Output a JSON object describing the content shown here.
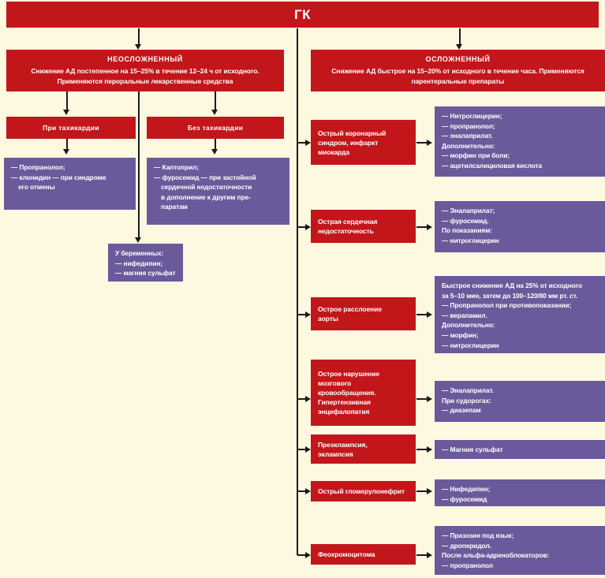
{
  "header": {
    "title": "ГК"
  },
  "colors": {
    "red": "#c2161b",
    "purple": "#6a5a9b",
    "background": "#fdf8e0",
    "text": "#ffffff",
    "connector": "#1a1a1a"
  },
  "branches": {
    "uncomplicated": {
      "title": "НЕОСЛОЖНЕННЫЙ",
      "line1": "Снижение АД постепенное на 15–25% в течение 12–24 ч от исходного.",
      "line2": "Применяются пероральные лекарственные средства"
    },
    "complicated": {
      "title": "ОСЛОЖНЕННЫЙ",
      "line1": "Снижение АД быстрое на 15–20% от исходного в течение часа. Применяются",
      "line2": "парентеральные препараты"
    }
  },
  "left_column": {
    "tachycardia_label": "При тахикардии",
    "tachycardia_drugs": [
      "— Пропранолол;",
      "— клонидин — при синдроме",
      "его отмены"
    ],
    "no_tachycardia_label": "Без тахикардии",
    "no_tachycardia_drugs": [
      "— Каптоприл;",
      "— фуросемид — при застойной",
      "сердечной недостаточности",
      "в дополнение к другим пре-",
      "паратам"
    ],
    "pregnancy": [
      "У беременных:",
      "— нифедипин;",
      "— магния сульфат"
    ]
  },
  "right_column": {
    "rows": [
      {
        "condition": [
          "Острый коронарный",
          "синдром, инфаркт",
          "миокарда"
        ],
        "treatment": [
          "— Нитроглицерин;",
          "— пропранолол;",
          "— эналаприлат.",
          "Дополнительно:",
          "— морфин при боли;",
          "— ацетилсалициловая кислота"
        ]
      },
      {
        "condition": [
          "Острая сердечная",
          "недостаточность"
        ],
        "treatment": [
          "— Эналаприлат;",
          "— фуросемид.",
          "По показаниям:",
          "— нитроглицерин"
        ]
      },
      {
        "condition": [
          "Острое расслоение",
          "аорты"
        ],
        "treatment": [
          "Быстрое снижение АД на 25% от исходного",
          "за 5–10 мин, затем до 100–120/80 мм рт. ст.",
          "— Пропранолол при противопоказании;",
          "— верапамил.",
          "Дополнительно:",
          "— морфин;",
          "— нитроглицерин"
        ]
      },
      {
        "condition": [
          "Острое нарушение",
          "мозгового",
          "кровообращения.",
          "Гипертензивная",
          "энцефалопатия"
        ],
        "treatment": [
          "— Эналаприлат.",
          "При судорогах:",
          "— диазепам"
        ]
      },
      {
        "condition": [
          "Преэклампсия,",
          "эклампсия"
        ],
        "treatment": [
          "— Магния сульфат"
        ]
      },
      {
        "condition": [
          "Острый гломерулонефрит"
        ],
        "treatment": [
          "— Нифедипин;",
          "— фуросемид"
        ]
      },
      {
        "condition": [
          "Феохромоцитома"
        ],
        "treatment": [
          "— Празозин под язык;",
          "— дроперидол.",
          "После альфа-адреноблокаторов:",
          "— пропранолол"
        ]
      }
    ]
  }
}
